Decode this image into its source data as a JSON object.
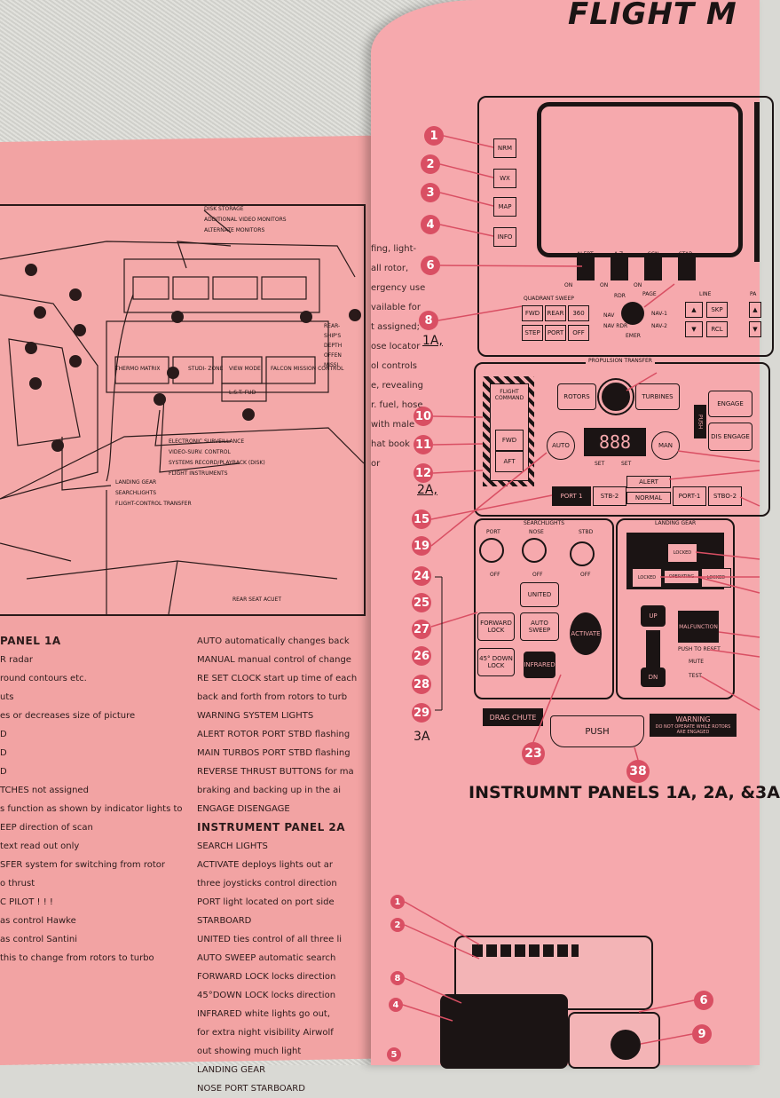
{
  "right_page": {
    "title": "FLIGHT M",
    "caption": "INSTRUMNT PANELS 1A, 2A, &3A",
    "panel_labels": [
      "1A,",
      "2A,",
      "3A"
    ],
    "callouts": [
      "1",
      "2",
      "3",
      "4",
      "6",
      "8",
      "10",
      "11",
      "12",
      "15",
      "19",
      "24",
      "25",
      "27",
      "26",
      "28",
      "29",
      "23",
      "38"
    ],
    "bottom_callouts": [
      "1",
      "2",
      "8",
      "4",
      "5",
      "6",
      "9"
    ],
    "panel1a": {
      "side_buttons": [
        "NRM",
        "WX",
        "MAP",
        "INFO"
      ],
      "warning_labels": [
        "ALERT",
        "A Z",
        "SCN",
        "STAB"
      ],
      "on_labels": [
        "ON",
        "ON",
        "ON"
      ],
      "quadrant_sweep": "QUADRANT SWEEP",
      "sweep_buttons": [
        "FWD",
        "REAR",
        "360",
        "STEP",
        "PORT",
        "OFF"
      ],
      "dial_labels": [
        "RDR",
        "PAGE",
        "NAV",
        "NAV-1",
        "NAV RDR",
        "NAV-2",
        "EMER"
      ],
      "line_label": "LINE",
      "line_buttons": [
        "SKP",
        "RCL"
      ],
      "pa_label": "PA"
    },
    "panel2a": {
      "header": "PROPULSION    TRANSFER",
      "flight_command": "FLIGHT COMMAND",
      "fwd": "FWD",
      "aft": "AFT",
      "rotors": "ROTORS",
      "turbines": "TURBINES",
      "auto": "AUTO",
      "display": "888",
      "man": "MAN",
      "set_labels": [
        "SET",
        "SET"
      ],
      "push": "PUSH",
      "engage": "ENGAGE",
      "disengage": "DIS ENGAGE",
      "alert": "ALERT",
      "normal": "NORMAL",
      "port1_left": "PORT 1",
      "stb2_left": "STB-2",
      "port1_right": "PORT-1",
      "stb2_right": "STBO-2"
    },
    "panel3a": {
      "searchlights": "SEARCHLIGHTS",
      "port": "PORT",
      "nose": "NOSE",
      "stbd": "STBD",
      "off": "OFF",
      "united": "UNITED",
      "forward_lock": "FORWARD LOCK",
      "auto_sweep": "AUTO SWEEP",
      "down_lock": "45° DOWN LOCK",
      "infrared": "INFRARED",
      "activate": "ACTIVATE",
      "landing_gear": "LANDING GEAR",
      "locked": "LOCKED",
      "operating": "OPERATING",
      "up": "UP",
      "dn": "DN",
      "malfunction": "MALFUNCTION",
      "push_to_reset": "PUSH TO RESET",
      "mute": "MUTE",
      "test": "TEST",
      "drag_chute": "DRAG CHUTE",
      "push_bar": "PUSH",
      "warning_title": "WARNING",
      "warning_text": "DO NOT OPERATE WHILE ROTORS ARE ENGAGED"
    },
    "margin_text": [
      "fing, light-",
      "",
      "all rotor,",
      "ergency use",
      "",
      "",
      "",
      "",
      "",
      "",
      "vailable for",
      "",
      "t assigned;",
      "",
      "",
      "",
      "ose locator",
      "ol controls",
      "",
      "",
      "e, revealing",
      "",
      "r. fuel, hose",
      "with male",
      "hat book",
      "",
      "",
      "",
      "",
      "",
      "",
      "",
      "",
      "",
      "",
      "",
      "",
      "",
      "",
      "or"
    ]
  },
  "left_page": {
    "diagram_labels": [
      "DISK STORAGE",
      "ADDITIONAL VIDEO MONITORS",
      "ALTERNATE MONITORS",
      "REAR-",
      "SHIP'S",
      "DEPTH",
      "OFFEN",
      "MISSI",
      "THERMO MATRIX",
      "STUDI- ZONE",
      "VIEW MODE",
      "FALCON MISSION CONTROL",
      "L.S.T. FUD",
      "ELECTRONIC SURVEILLANCE",
      "VIDEO-SURV. CONTROL",
      "SYSTEMS RECORD/PLAYBACK (DISK)",
      "FLIGHT INSTRUMENTS",
      "LANDING GEAR",
      "SEARCHLIGHTS",
      "FLIGHT-CONTROL TRANSFER",
      "REAR SEAT ACUET"
    ],
    "col_a": [
      "PANEL 1A",
      "",
      "R radar",
      "round contours  etc.",
      "uts",
      "es or decreases size of picture",
      "D",
      "D",
      "D",
      "TCHES  not assigned",
      "s function as shown by indicator lights to",
      "",
      "EEP  direction of scan",
      "text read out only",
      "SFER  system  for  switching  from  rotor",
      "o thrust",
      "",
      "C PILOT  ! ! !",
      "as control Hawke",
      "as control Santini",
      "",
      "this  to  change  from  rotors  to  turbo"
    ],
    "col_b": [
      "AUTO  automatically changes back",
      "MANUAL  manual control of change",
      "RE SET CLOCK  start up time of each",
      "back and forth from rotors to turb",
      "WARNING SYSTEM LIGHTS",
      "ALERT  ROTOR PORT STBD  flashing",
      "MAIN TURBOS PORT STBD  flashing",
      "REVERSE  THRUST  BUTTONS  for  ma",
      "braking and backing up in the ai",
      "ENGAGE  DISENGAGE",
      "INSTRUMENT PANEL 2A",
      "SEARCH LIGHTS",
      "ACTIVATE  deploys  lights  out  ar",
      "three joysticks control direction",
      "PORT  light located on port side",
      "STARBOARD",
      "UNITED  ties control of all three li",
      "AUTO SWEEP  automatic search",
      "FORWARD LOCK  locks direction",
      "45°DOWN LOCK  locks direction",
      "INFRARED  white lights go out,",
      "for extra night visibility Airwolf",
      "out showing much light",
      "LANDING GEAR",
      "NOSE  PORT  STARBOARD"
    ]
  },
  "colors": {
    "page_pink": "#f6a9ad",
    "callout_red": "#d94f63",
    "ink": "#1b1414"
  }
}
